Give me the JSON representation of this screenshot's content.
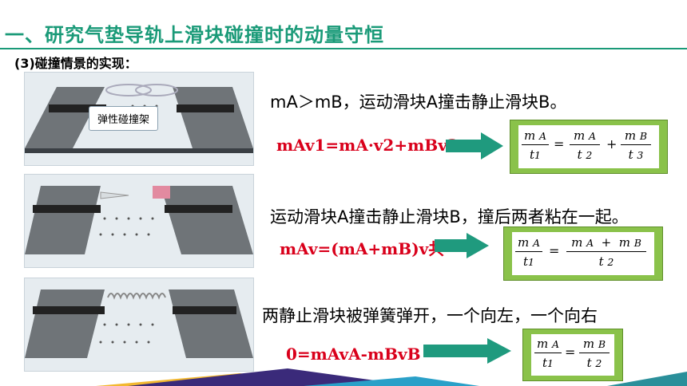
{
  "header": {
    "title": "一、研究气垫导轨上滑块碰撞时的动量守恒",
    "subtitle": "(3)碰撞情景的实现："
  },
  "scene1": {
    "label": "弹性碰撞架",
    "statement": "mA＞mB，运动滑块A撞击静止滑块B。",
    "formula": "mAv1=mA·v2+mBv3"
  },
  "scene2": {
    "statement": "运动滑块A撞击静止滑块B，撞后两者粘在一起。",
    "formula": "mAv=(mA+mB)v共"
  },
  "scene3": {
    "statement": "两静止滑块被弹簧弹开，一个向左，一个向右",
    "formula": "0=mAvA-mBvB"
  },
  "colors": {
    "title": "#1a9a78",
    "formula": "#d9001b",
    "box": "#8ac24a",
    "arrow": "#1f9a7e"
  }
}
